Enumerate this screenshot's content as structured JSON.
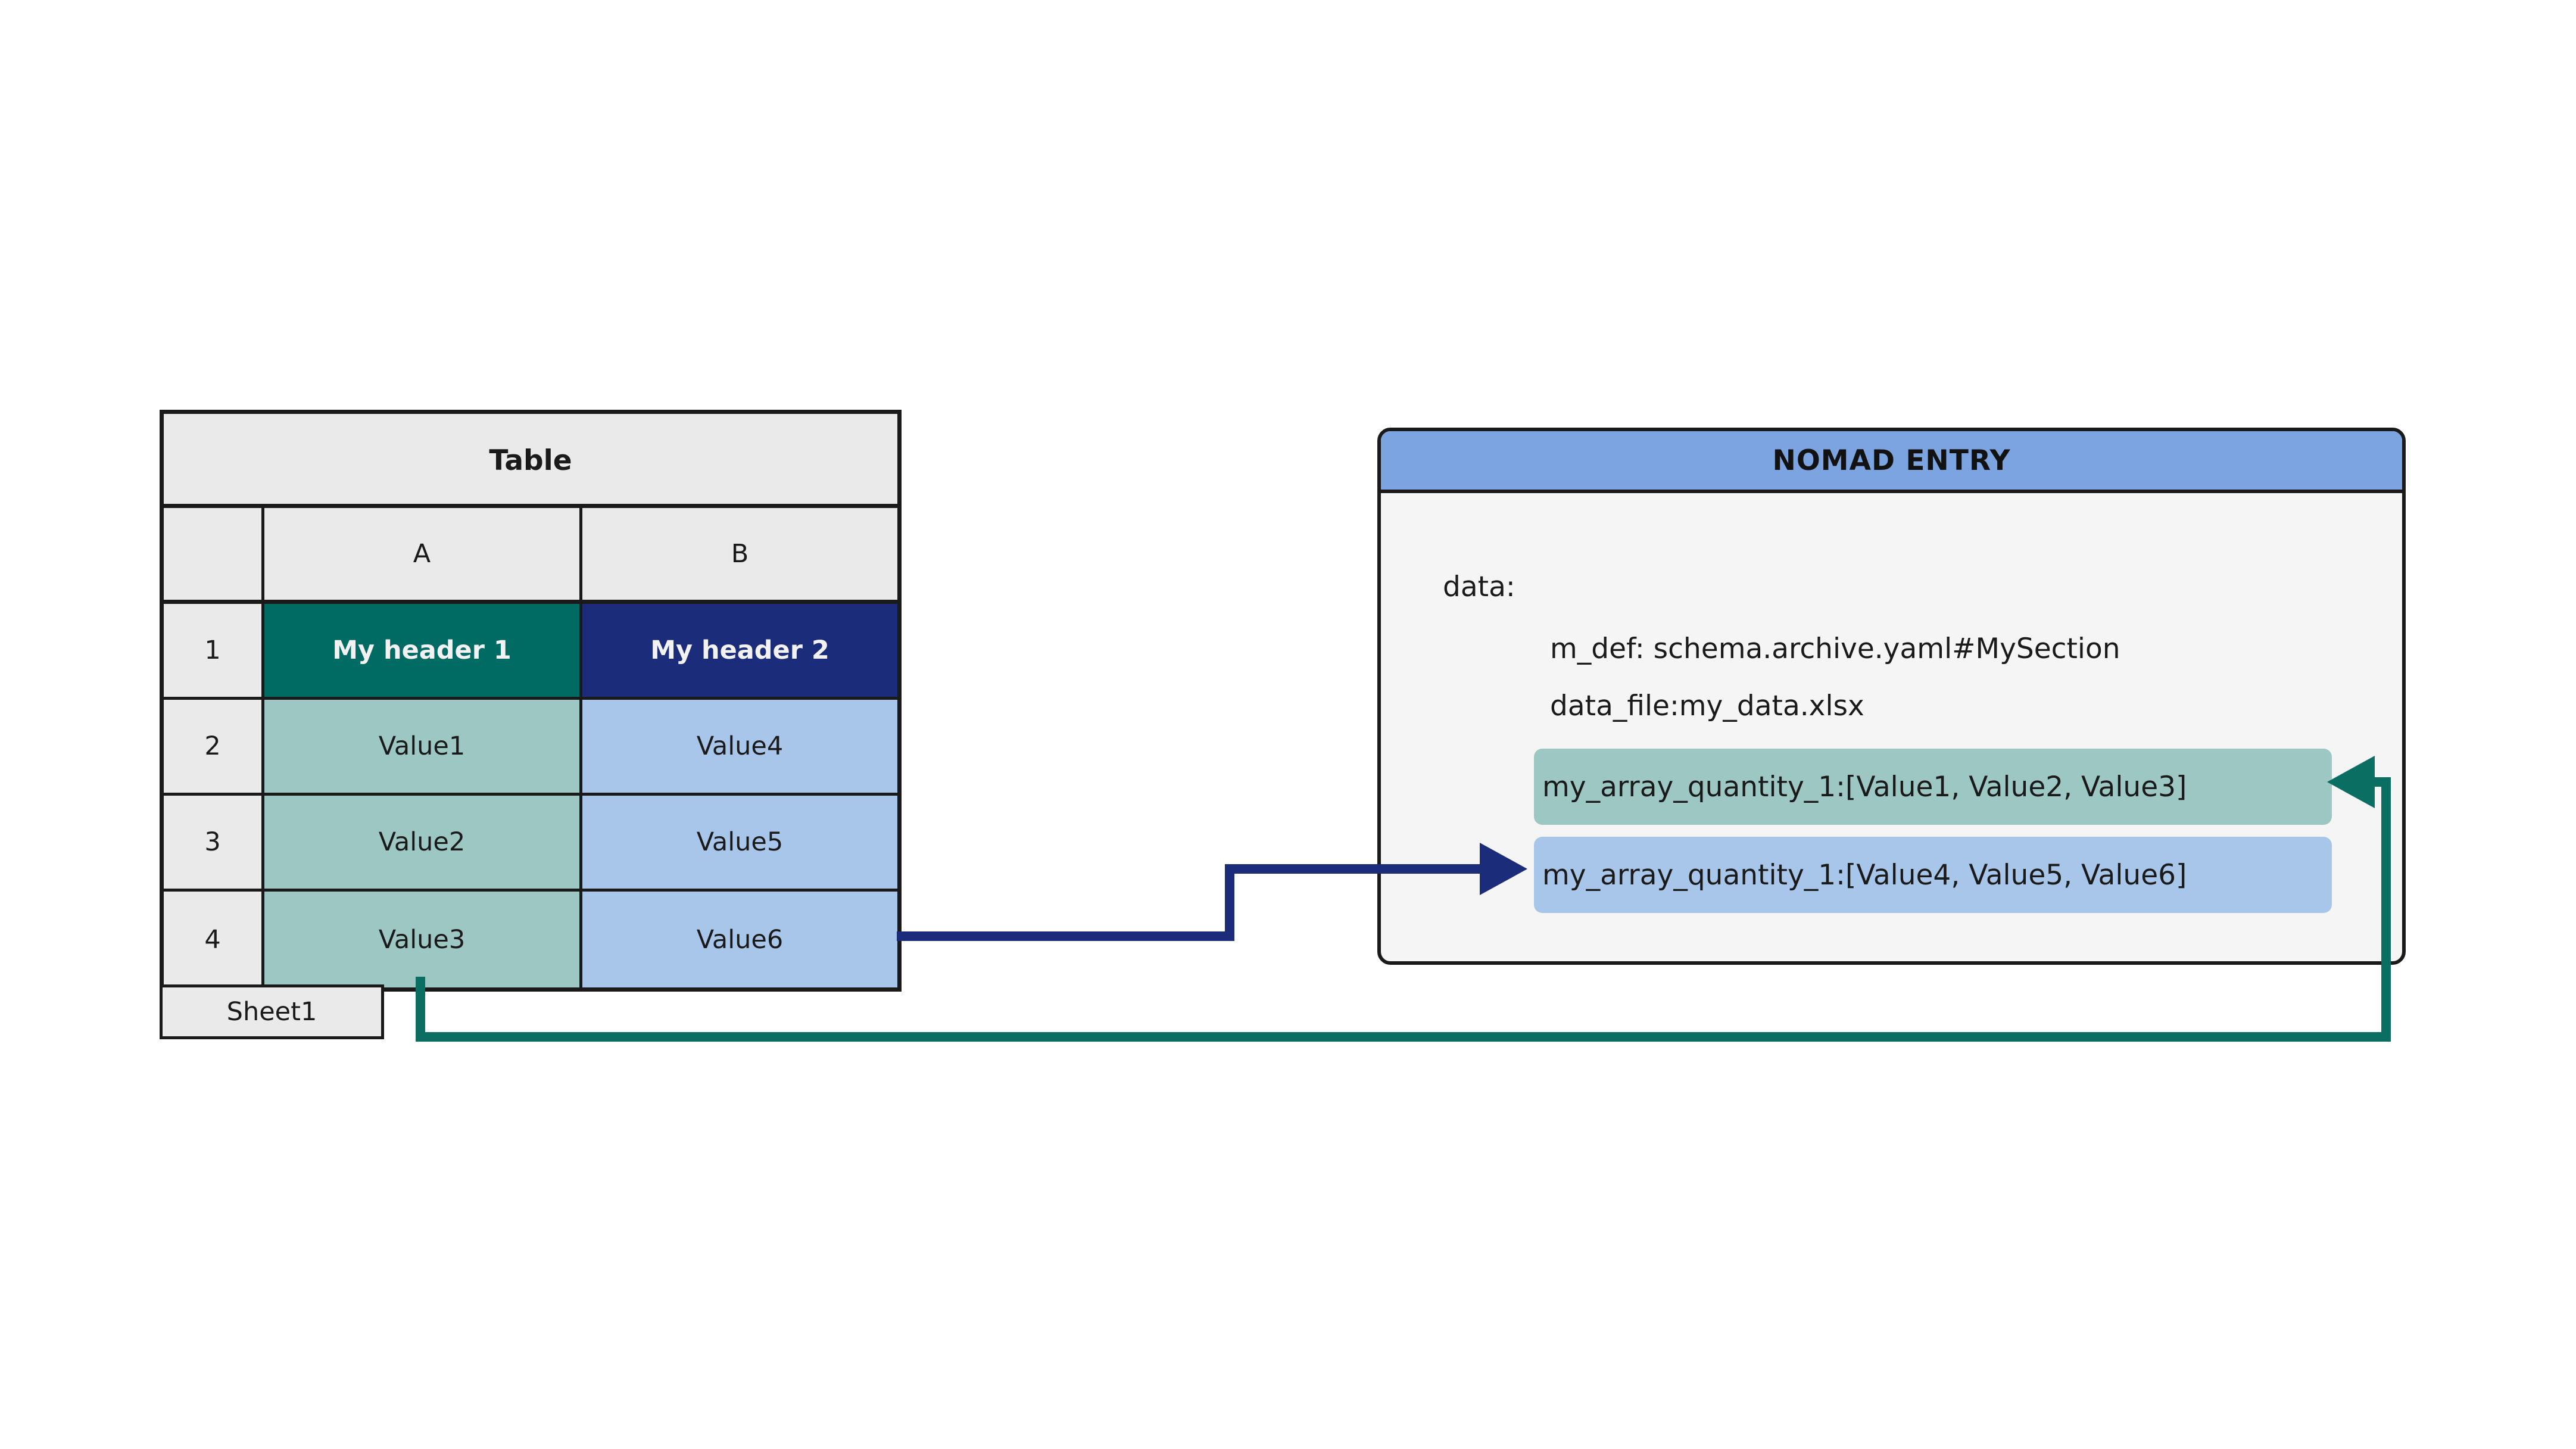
{
  "spreadsheet": {
    "title": "Table",
    "column_headers": [
      "",
      "A",
      "B"
    ],
    "row_numbers": [
      "1",
      "2",
      "3",
      "4"
    ],
    "rows": [
      {
        "number": "1",
        "a": "My header 1",
        "b": "My header 2"
      },
      {
        "number": "2",
        "a": "Value1",
        "b": "Value4"
      },
      {
        "number": "3",
        "a": "Value2",
        "b": "Value5"
      },
      {
        "number": "4",
        "a": "Value3",
        "b": "Value6"
      }
    ],
    "sheet_tab": "Sheet1"
  },
  "nomad": {
    "header_title": "NOMAD ENTRY",
    "yaml_root_key": "data:",
    "yaml_lines": [
      "m_def: schema.archive.yaml#MySection",
      "data_file:my_data.xlsx"
    ],
    "quantities": [
      {
        "text": "my_array_quantity_1:[Value1, Value2, Value3]",
        "color": "#9CC7C2"
      },
      {
        "text": "my_array_quantity_1:[Value4, Value5, Value6]",
        "color": "#A8C5EA"
      }
    ]
  },
  "connectors": [
    {
      "name": "column-b-to-blue-quantity",
      "color": "#1B2C7A",
      "from": "Column B (Value6 cell)",
      "to": "my_array_quantity_1:[Value4, Value5, Value6]"
    },
    {
      "name": "column-a-to-green-quantity",
      "color": "#0B6E63",
      "from": "Column A (Value3 cell)",
      "to": "my_array_quantity_1:[Value1, Value2, Value3]"
    }
  ],
  "palette": {
    "header_green": "#006B63",
    "header_navy": "#1B2C7A",
    "cell_green": "#9CC7C2",
    "cell_blue": "#A8C5EA",
    "nomad_header_blue": "#7BA4E0",
    "nomad_body": "#f5f5f5",
    "grid_gray": "#eaeaea",
    "outline": "#1a1a1a",
    "arrow_navy": "#1B2C7A",
    "arrow_teal": "#0B6E63"
  }
}
